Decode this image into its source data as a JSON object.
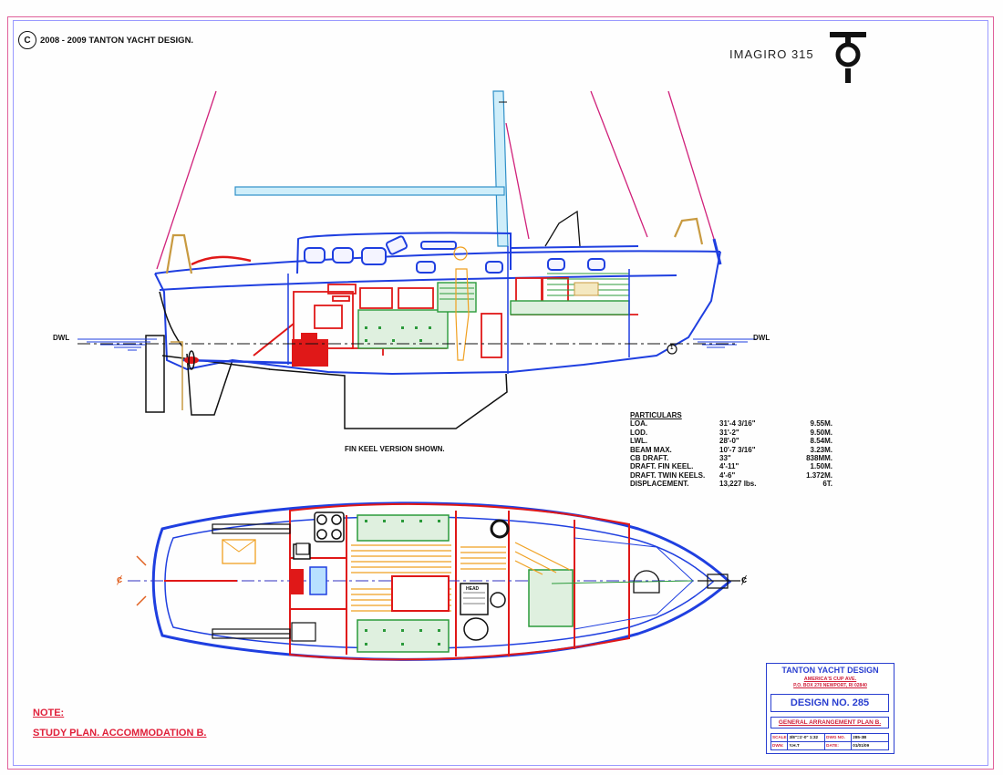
{
  "header": {
    "copyright_symbol": "C",
    "copyright_text": "2008 - 2009 TANTON YACHT DESIGN.",
    "model": "IMAGIRO 315"
  },
  "profile": {
    "dwl_left": "DWL",
    "dwl_right": "DWL",
    "station_mark": "1",
    "caption": "FIN KEEL VERSION SHOWN."
  },
  "plan": {
    "centerline_left": "ȼ",
    "centerline_right": "ȼ",
    "head_label": "HEAD"
  },
  "particulars": {
    "heading": "PARTICULARS",
    "rows": [
      {
        "label": "LOA.",
        "imperial": "31'-4 3/16\"",
        "metric": "9.55M."
      },
      {
        "label": "LOD.",
        "imperial": "31'-2\"",
        "metric": "9.50M."
      },
      {
        "label": "LWL.",
        "imperial": "28'-0\"",
        "metric": "8.54M."
      },
      {
        "label": "BEAM MAX.",
        "imperial": "10'-7 3/16\"",
        "metric": "3.23M."
      },
      {
        "label": "CB DRAFT.",
        "imperial": "33\"",
        "metric": "838MM."
      },
      {
        "label": "DRAFT. FIN KEEL.",
        "imperial": "4'-11\"",
        "metric": "1.50M."
      },
      {
        "label": "DRAFT. TWIN KEELS.",
        "imperial": "4'-6\"",
        "metric": "1.372M."
      },
      {
        "label": "DISPLACEMENT.",
        "imperial": "13,227 lbs.",
        "metric": "6T."
      }
    ]
  },
  "notes": {
    "note": "NOTE:",
    "study": "STUDY PLAN. ACCOMMODATION B."
  },
  "titleblock": {
    "firm": "TANTON YACHT DESIGN",
    "address1": "AMERICA'S CUP AVE.",
    "address2": "P.O. BOX 270 NEWPORT, RI 02840",
    "design": "DESIGN NO. 285",
    "plan": "GENERAL ARRANGEMENT PLAN B.",
    "scale_label": "SCALE:",
    "scale_value": "3/8\"=1'-0\" 1:32",
    "dwg_no_label": "DWG NO.",
    "dwg_no_value": "285-3B",
    "dwn_label": "DWN:",
    "dwn_value": "Y.H.T",
    "date_label": "DATE:",
    "date_value": "01/01/09"
  },
  "colors": {
    "hull": "#1f3fe0",
    "interior": "#e01818",
    "rigging": "#d0207a",
    "spar": "#40b0d8",
    "joinery_green": "#2a9a3a",
    "sole_orange": "#f0a020",
    "black": "#111111"
  }
}
